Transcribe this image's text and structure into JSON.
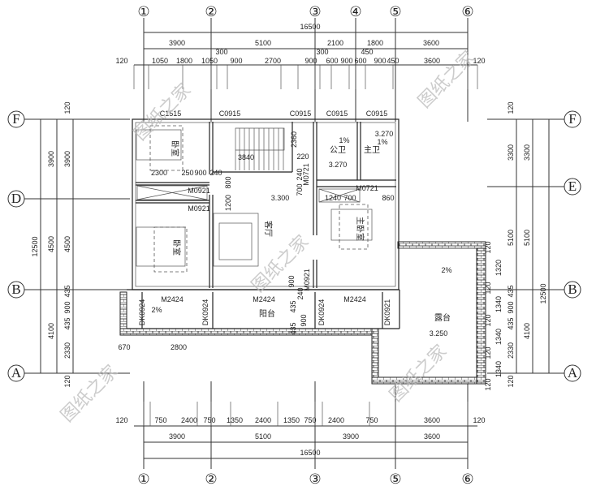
{
  "axes": {
    "top": [
      "①",
      "②",
      "③",
      "④",
      "⑤",
      "⑥"
    ],
    "bottom": [
      "①",
      "②",
      "③",
      "⑤",
      "⑥"
    ],
    "left": [
      "F",
      "D",
      "B",
      "A"
    ],
    "right": [
      "F",
      "E",
      "B",
      "A"
    ]
  },
  "dims_top": {
    "total": "16500",
    "row2": [
      "3900",
      "5100",
      "2100",
      "1800",
      "3600"
    ],
    "row3": [
      "120",
      "1050",
      "1800",
      "1050",
      "300",
      "900",
      "2700",
      "900",
      "300",
      "600",
      "900",
      "600",
      "450",
      "900",
      "450",
      "3600",
      "120"
    ]
  },
  "dims_bottom": {
    "total": "16500",
    "row2": [
      "3900",
      "5100",
      "3900",
      "3600"
    ],
    "row3": [
      "120",
      "750",
      "2400",
      "750",
      "1350",
      "2400",
      "1350",
      "750",
      "2400",
      "750",
      "3600",
      "120"
    ]
  },
  "dims_left": {
    "outer": "12500",
    "mid": [
      "3900",
      "4500",
      "4100"
    ],
    "inner": [
      "120",
      "3900",
      "4500",
      "435",
      "900",
      "435",
      "2330",
      "120"
    ]
  },
  "dims_right": {
    "outer": "12500",
    "mid": [
      "3300",
      "5100",
      "4100"
    ],
    "inner": [
      "120",
      "3300",
      "5100",
      "435",
      "900",
      "435",
      "2330",
      "120"
    ],
    "terrace": [
      "120",
      "1320",
      "120",
      "1340",
      "120",
      "1340",
      "120",
      "1340",
      "120"
    ]
  },
  "rooms": {
    "bedroom1": "卧室",
    "bedroom2": "卧室",
    "living": "客厅",
    "master": "主卧室",
    "public_wc": "公卫",
    "master_wc": "主卫",
    "balcony": "阳台",
    "terrace": "露台"
  },
  "windows": [
    "C1515",
    "C0915",
    "C0915",
    "C0915",
    "C0915"
  ],
  "doors": {
    "m0921a": "M0921",
    "m0921b": "M0921",
    "m0721a": "M0721",
    "m0721b": "M0721",
    "m0921c": "M0921",
    "m2424": [
      "M2424",
      "M2424",
      "M2424"
    ],
    "dk": [
      "DK0924",
      "DK0924",
      "DK0924",
      "DK0921"
    ]
  },
  "levels": [
    "3.300",
    "3.270",
    "3.270",
    "3.250"
  ],
  "slopes": [
    "1%",
    "1%",
    "2%",
    "2%"
  ],
  "misc": [
    "3840",
    "2360",
    "220",
    "240",
    "700",
    "800",
    "1200",
    "2300",
    "250",
    "900",
    "240",
    "1240",
    "700",
    "860",
    "670",
    "2800",
    "900",
    "240",
    "435",
    "900",
    "435"
  ],
  "watermark": "图纸之家"
}
